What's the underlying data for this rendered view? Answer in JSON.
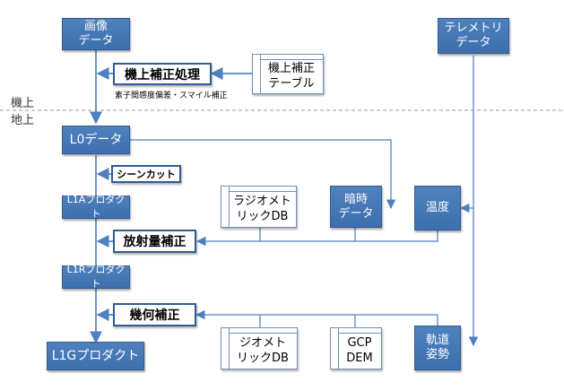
{
  "nodes": {
    "image_data": "画像\nデータ",
    "telemetry_data": "テレメトリ\nデータ",
    "onboard_correction": "機上補正処理",
    "onboard_correction_table": "機上補正\nテーブル",
    "onboard_note": "素子間感度偏差・スマイル補正",
    "l0_data": "L0データ",
    "scene_cut": "シーンカット",
    "l1a_product": "L1Aプロダクト",
    "radiometric_db": "ラジオメト\nリックDB",
    "dark_data": "暗時\nデータ",
    "temperature": "温度",
    "radiometric_correction": "放射量補正",
    "l1r_product": "L1Rプロダクト",
    "geometric_correction": "幾何補正",
    "l1g_product": "L1Gプロダクト",
    "geometric_db": "ジオメト\nリックDB",
    "gcp_dem": "GCP\nDEM",
    "orbit_attitude": "軌道\n姿勢"
  },
  "layers": {
    "onboard": "機上",
    "ground": "地上"
  },
  "colors": {
    "box_fill": "#4f81bd",
    "box_border": "#2f5c94",
    "arrow": "#6d95c9",
    "divider": "#999999"
  }
}
